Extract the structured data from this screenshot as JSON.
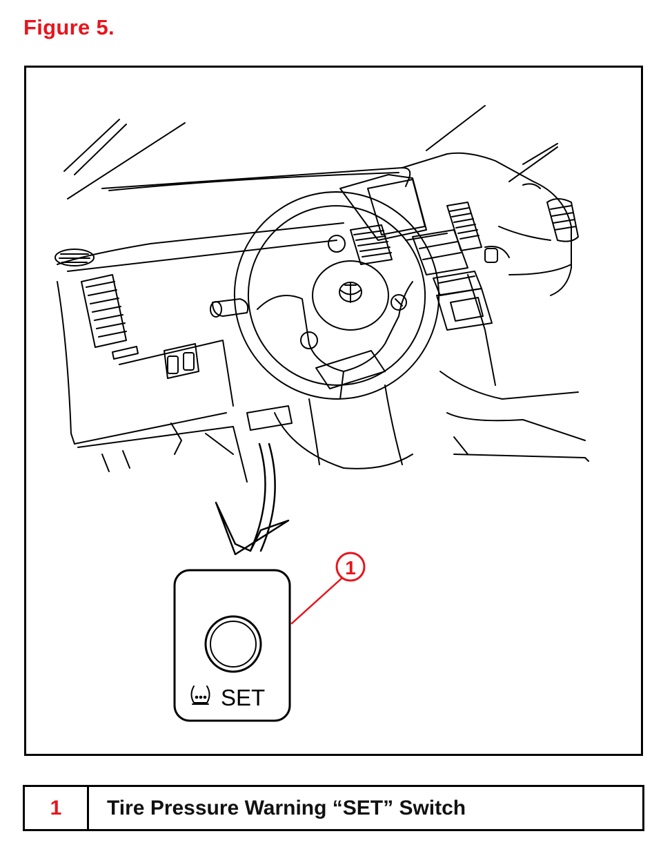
{
  "figure": {
    "title": "Figure 5.",
    "callout_number": "1",
    "switch_label": "SET",
    "switch_icon": "tire-pressure-warning-icon"
  },
  "legend": {
    "rows": [
      {
        "number": "1",
        "text": "Tire Pressure Warning “SET” Switch"
      }
    ]
  },
  "colors": {
    "accent_red": "#e8141c",
    "line": "#000000"
  }
}
